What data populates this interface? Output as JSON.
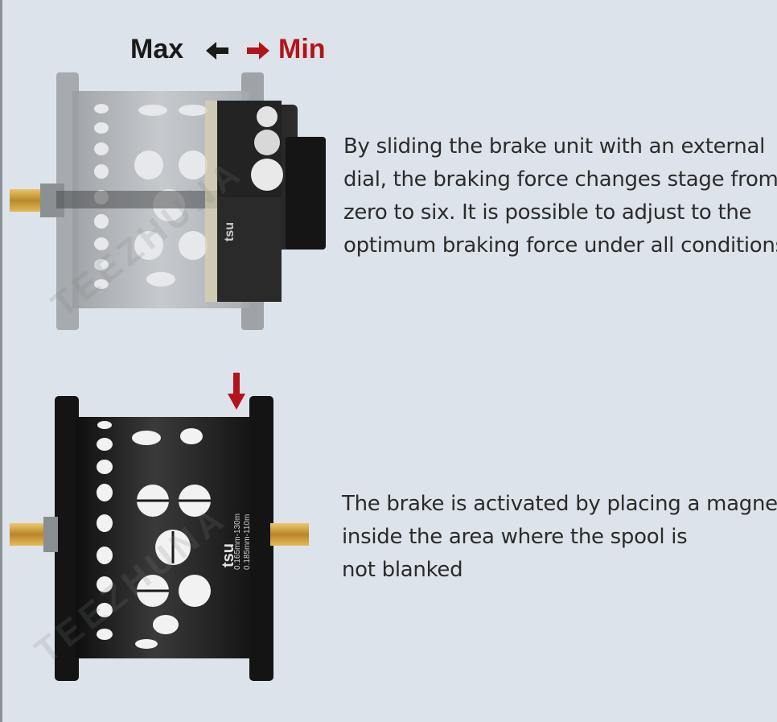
{
  "header": {
    "max_label": "Max",
    "min_label": "Min",
    "colors": {
      "max": "#1a1a1a",
      "min": "#b3141b",
      "arrow_down": "#b3141b"
    }
  },
  "sections": [
    {
      "lines": [
        "By sliding the brake unit with an  external",
        "dial, the braking force changes stage from",
        "zero to six. It is possible to adjust to the",
        "optimum braking force under all conditions."
      ]
    },
    {
      "lines": [
        "The brake is activated by placing a magnet",
        "inside the area where the spool is",
        "not blanked"
      ]
    }
  ],
  "spool_text": {
    "brand": "tsu",
    "spec_line_1": "0.165mm-130m",
    "spec_line_2": "0.185mm-110m"
  },
  "watermark": "TEEZHUNA",
  "icons": {
    "max_arrow": "arrow-left-icon",
    "min_arrow": "arrow-right-icon",
    "placement_arrow": "arrow-down-icon"
  }
}
